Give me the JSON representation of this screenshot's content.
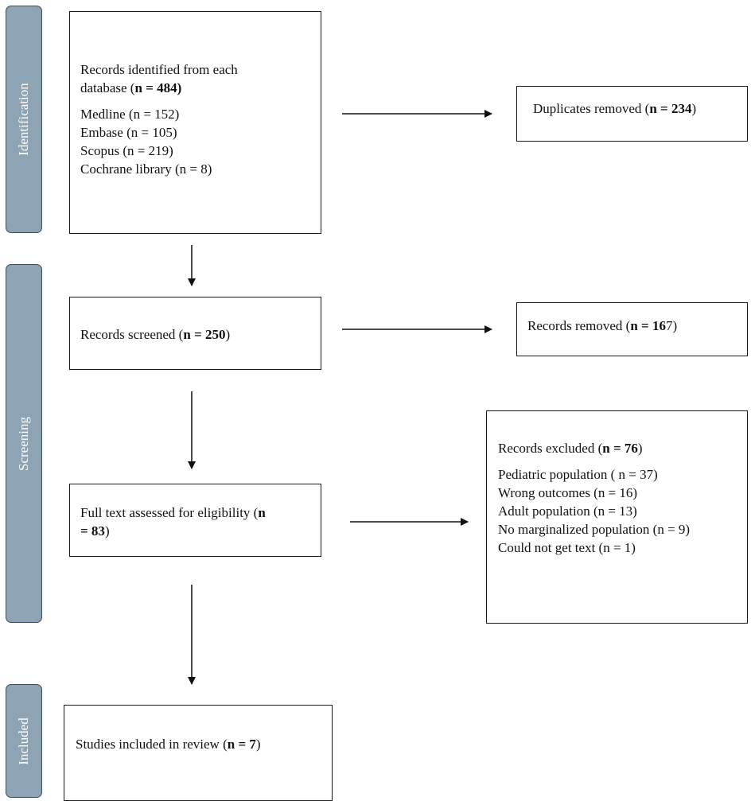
{
  "phases": {
    "identification": "Identification",
    "screening": "Screening",
    "included": "Included"
  },
  "identified": {
    "line1": "Records identified from each",
    "line2_prefix": "database (",
    "line2_bold": "n = 484)",
    "databases": [
      "Medline (n = 152)",
      "Embase (n = 105)",
      "Scopus (n = 219)",
      "Cochrane library (n = 8)"
    ]
  },
  "duplicates": {
    "prefix": "Duplicates removed (",
    "bold": "n = 234",
    "suffix": ")"
  },
  "screened": {
    "prefix": "Records screened (",
    "bold": "n = 250",
    "suffix": ")"
  },
  "removed": {
    "prefix": "Records removed (",
    "bold": "n = 16",
    "suffix": "7)"
  },
  "fulltext": {
    "line1_prefix": "Full text assessed for eligibility (",
    "line1_bold": "n",
    "line2_bold": "= 83",
    "line2_suffix": ")"
  },
  "excluded": {
    "prefix": "Records excluded (",
    "bold": "n = 76",
    "suffix": ")",
    "reasons": [
      "Pediatric population ( n = 37)",
      "Wrong outcomes (n = 16)",
      "Adult population (n = 13)",
      "No marginalized population (n = 9)",
      "Could not get text (n = 1)"
    ]
  },
  "included": {
    "prefix": "Studies included in review (",
    "bold": "n = 7",
    "suffix": ")"
  }
}
